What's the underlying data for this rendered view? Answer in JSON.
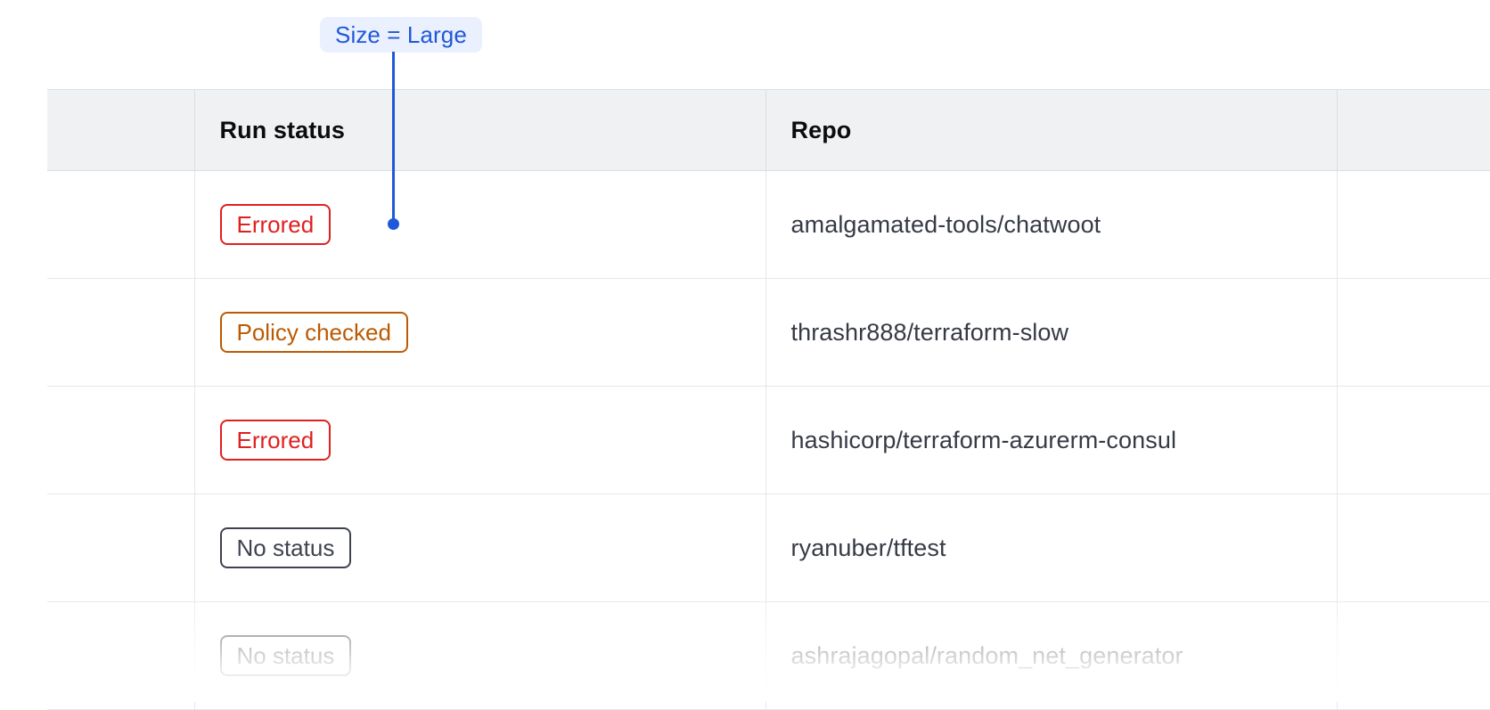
{
  "annotation": {
    "label": "Size = Large",
    "badge_bg": "#eaf0fd",
    "badge_color": "#1f58d8",
    "connector_color": "#1f58d8"
  },
  "table": {
    "columns": [
      {
        "key": "select",
        "label": ""
      },
      {
        "key": "status",
        "label": "Run status"
      },
      {
        "key": "repo",
        "label": "Repo"
      },
      {
        "key": "tail",
        "label": ""
      }
    ],
    "status_colors": {
      "Errored": "#e02020",
      "Policy checked": "#bb5a00",
      "No status": "#3f4250"
    },
    "rows": [
      {
        "status": "Errored",
        "repo": "amalgamated-tools/chatwoot"
      },
      {
        "status": "Policy checked",
        "repo": "thrashr888/terraform-slow"
      },
      {
        "status": "Errored",
        "repo": "hashicorp/terraform-azurerm-consul"
      },
      {
        "status": "No status",
        "repo": "ryanuber/tftest"
      },
      {
        "status": "No status",
        "repo": "ashrajagopal/random_net_generator"
      }
    ]
  }
}
